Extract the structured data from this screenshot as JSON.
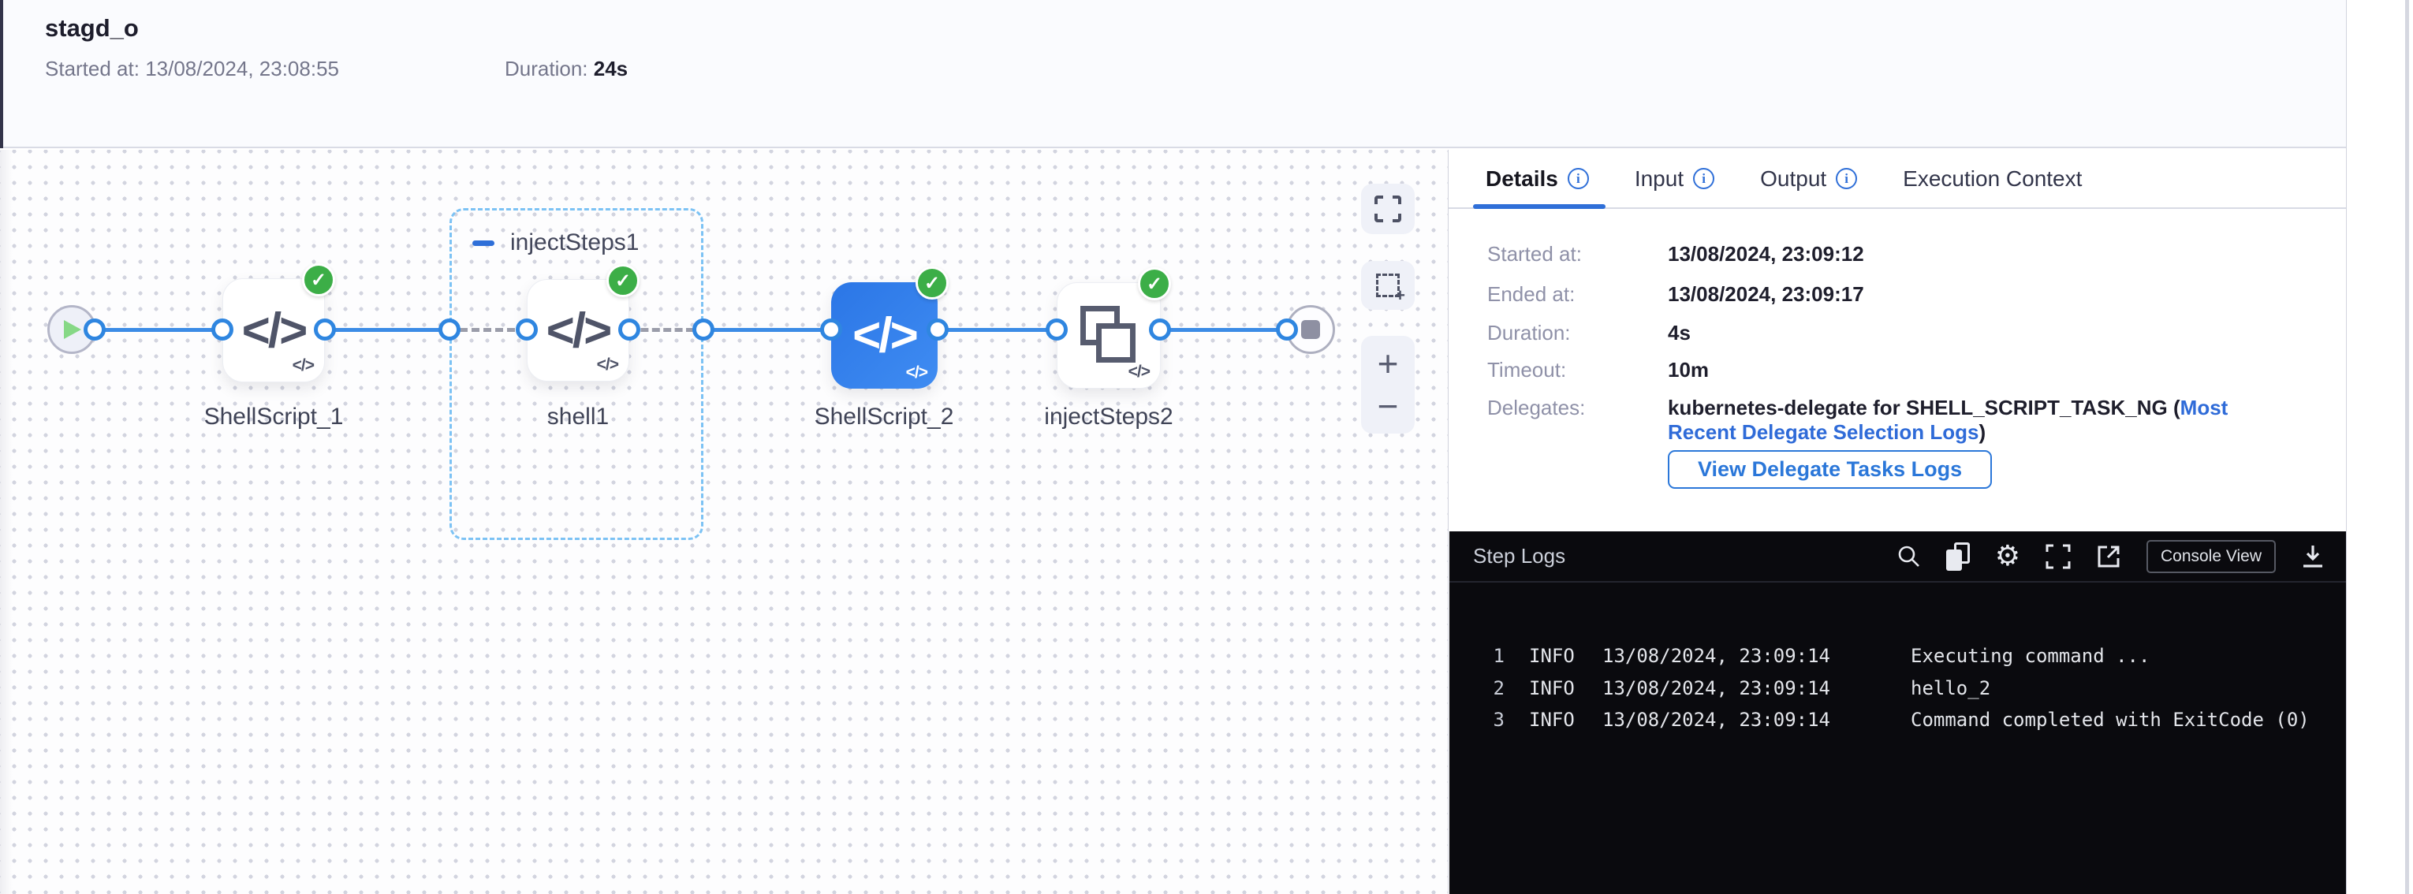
{
  "header": {
    "title": "stagd_o",
    "started_label": "Started at:",
    "started_value": "13/08/2024, 23:08:55",
    "duration_label": "Duration:",
    "duration_value": "24s"
  },
  "pipeline": {
    "group_label": "injectSteps1",
    "code_glyph": "</>",
    "check_glyph": "✓",
    "nodes": [
      {
        "label": "ShellScript_1",
        "status": "success"
      },
      {
        "label": "shell1",
        "status": "success"
      },
      {
        "label": "ShellScript_2",
        "status": "success",
        "selected": true
      },
      {
        "label": "injectSteps2",
        "status": "success"
      }
    ],
    "controls": {
      "zoom_in_glyph": "+",
      "zoom_out_glyph": "−"
    }
  },
  "panel": {
    "tabs": [
      {
        "label": "Details",
        "active": true,
        "info": true
      },
      {
        "label": "Input",
        "active": false,
        "info": true
      },
      {
        "label": "Output",
        "active": false,
        "info": true
      },
      {
        "label": "Execution Context",
        "active": false,
        "info": false
      }
    ],
    "details": {
      "rows": [
        {
          "label": "Started at:",
          "value": "13/08/2024, 23:09:12"
        },
        {
          "label": "Ended at:",
          "value": "13/08/2024, 23:09:17"
        },
        {
          "label": "Duration:",
          "value": "4s"
        },
        {
          "label": "Timeout:",
          "value": "10m"
        }
      ],
      "delegates_label": "Delegates:",
      "delegates_text_1": "kubernetes-delegate for SHELL_SCRIPT_TASK_NG (",
      "delegates_link": "Most Recent Delegate Selection Logs",
      "delegates_text_2": ")",
      "button_label": "View Delegate Tasks Logs"
    },
    "console": {
      "title": "Step Logs",
      "console_view_label": "Console View",
      "logs": [
        {
          "num": "1",
          "level": "INFO",
          "time": "13/08/2024, 23:09:14",
          "message": "Executing command ..."
        },
        {
          "num": "2",
          "level": "INFO",
          "time": "13/08/2024, 23:09:14",
          "message": "hello_2"
        },
        {
          "num": "3",
          "level": "INFO",
          "time": "13/08/2024, 23:09:14",
          "message": "Command completed with ExitCode (0)"
        }
      ]
    }
  },
  "colors": {
    "accent_blue": "#2f6fd8",
    "edge_blue": "#3c8ce6",
    "success_green": "#3cae47",
    "selected_node_blue": "#2f7ce8",
    "console_bg": "#0a0a0e",
    "header_bg": "#fafbfe"
  }
}
